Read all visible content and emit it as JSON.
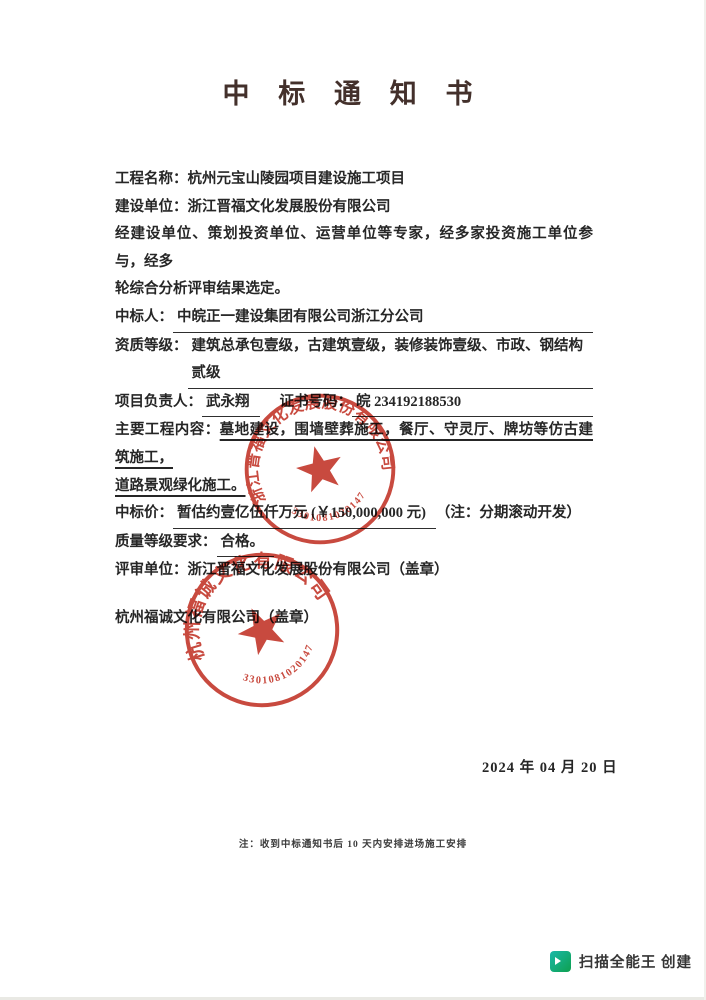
{
  "title": "中 标 通 知 书",
  "fields": {
    "project_label": "工程名称：",
    "project_value": "杭州元宝山陵园项目建设施工项目",
    "owner_label": "建设单位：",
    "owner_value": "浙江晋福文化发展股份有限公司",
    "intro_line1": "经建设单位、策划投资单位、运营单位等专家，经多家投资施工单位参与，经多",
    "intro_line2": "轮综合分析评审结果选定。",
    "winner_label": "中标人：",
    "winner_value": "中皖正一建设集团有限公司浙江分公司",
    "qualification_label": "资质等级：",
    "qualification_value": "建筑总承包壹级，古建筑壹级，装修装饰壹级、市政、钢结构贰级",
    "manager_label": "项目负责人：",
    "manager_value": "武永翔",
    "cert_label": "证书号码：",
    "cert_value": "皖 234192188530",
    "scope_label": "主要工程内容：",
    "scope_value_line1": "墓地建设，围墙壁葬施工，餐厅、守灵厅、牌坊等仿古建筑施工，",
    "scope_value_line2": "道路景观绿化施工。",
    "price_label": "中标价：",
    "price_value": "暂估约壹亿伍仟万元 (￥150,000,000 元)",
    "price_note": "（注：分期滚动开发）",
    "quality_label": "质量等级要求：",
    "quality_value": "合格。",
    "review_label": "评审单位：",
    "review_value": "浙江晋福文化发展股份有限公司（盖章）",
    "second_company": "杭州福诚文化有限公司（盖章）"
  },
  "date": "2024 年 04 月 20 日",
  "footnote": "注：收到中标通知书后 10 天内安排进场施工安排",
  "stamps": [
    {
      "company": "浙江晋福文化发展股份有限公司",
      "number": "3301081020147"
    },
    {
      "company": "杭州福诚文化有限公司",
      "number": "3301081020147"
    }
  ],
  "watermark": {
    "text": "扫描全能王 创建"
  },
  "colors": {
    "stamp_red": "#c43a2e",
    "text": "#262626",
    "title": "#43302b"
  }
}
